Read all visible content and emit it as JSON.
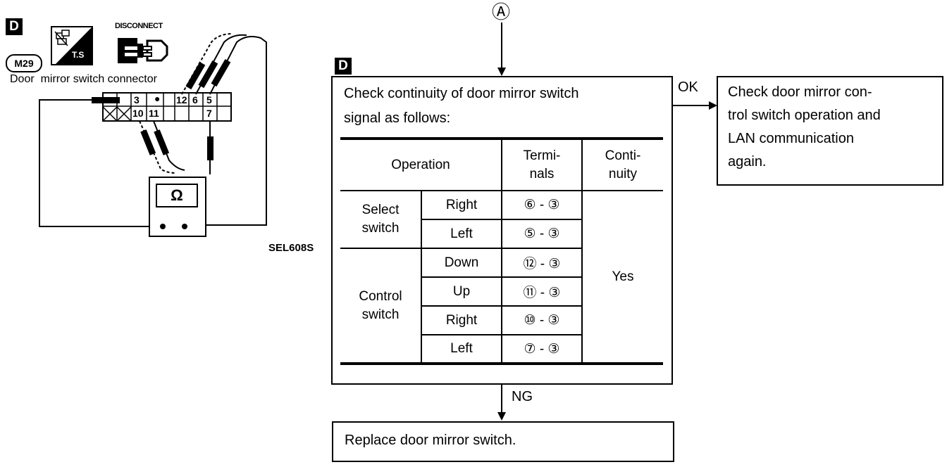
{
  "left_figure": {
    "badge": "D",
    "disconnect_label": "DISCONNECT",
    "ts_label": "T.S",
    "connector_id": "M29",
    "connector_caption": "Door  mirror switch connector",
    "pins_top": [
      "3",
      "●",
      "12",
      "6",
      "5"
    ],
    "pins_bottom": [
      "10",
      "11",
      "7"
    ],
    "ohm_symbol": "Ω",
    "figure_code": "SEL608S"
  },
  "flow": {
    "entry_marker": "Ⓐ",
    "badge": "D",
    "check_text_line1": "Check continuity of door mirror switch",
    "check_text_line2": "signal as follows:",
    "ok_label": "OK",
    "ok_box_lines": [
      "Check door mirror con-",
      "trol switch operation and",
      "LAN communication",
      "again."
    ],
    "ng_label": "NG",
    "ng_box_text": "Replace door mirror switch."
  },
  "table": {
    "headers": {
      "operation": "Operation",
      "terminals_1": "Termi-",
      "terminals_2": "nals",
      "continuity_1": "Conti-",
      "continuity_2": "nuity"
    },
    "groups": [
      {
        "name_1": "Select",
        "name_2": "switch"
      },
      {
        "name_1": "Control",
        "name_2": "switch"
      }
    ],
    "rows": [
      {
        "direction": "Right",
        "terminals": "⑥ - ③"
      },
      {
        "direction": "Left",
        "terminals": "⑤ - ③"
      },
      {
        "direction": "Down",
        "terminals": "⑫ - ③"
      },
      {
        "direction": "Up",
        "terminals": "⑪ - ③"
      },
      {
        "direction": "Right",
        "terminals": "⑩ - ③"
      },
      {
        "direction": "Left",
        "terminals": "⑦ - ③"
      }
    ],
    "continuity_value": "Yes"
  }
}
